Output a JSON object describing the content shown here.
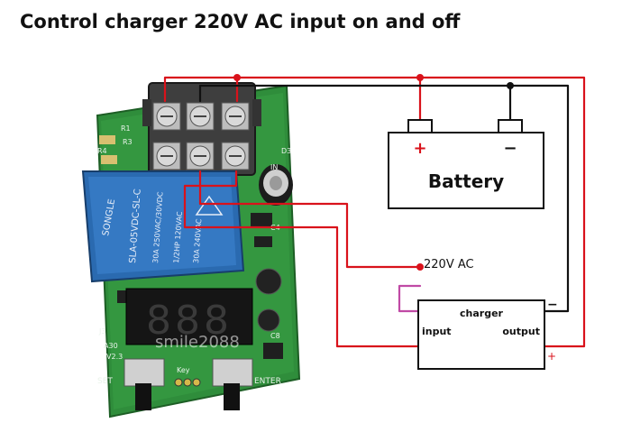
{
  "title": "Control charger 220V AC input on and off",
  "battery": {
    "label": "Battery",
    "plus": "+",
    "minus": "−"
  },
  "ac_label": "220V AC",
  "charger": {
    "label": "charger",
    "input": "input",
    "output": "output",
    "plus": "+",
    "minus": "−"
  },
  "module": {
    "relay_brand": "SONGLE",
    "relay_model": "SLA-05VDC-SL-C",
    "relay_spec_1": "30A 250VAC/30VDC",
    "relay_spec_2": "1/2HP 120VAC",
    "relay_spec_3": "30A 240VAC",
    "display_digits": "888",
    "button_set": "SET",
    "button_enter": "ENTER",
    "key_label": "Key",
    "silk_labels": [
      "R1",
      "R3",
      "R4",
      "D3",
      "C4",
      "J3",
      "A30",
      "V2.3",
      "C8",
      "IN"
    ],
    "watermark": "smile2088"
  },
  "colors": {
    "wire_red": "#d9121b",
    "wire_black": "#111111",
    "wire_purple": "#c04aa5",
    "pcb": "#2e8b3a",
    "relay": "#2a6ab0"
  }
}
